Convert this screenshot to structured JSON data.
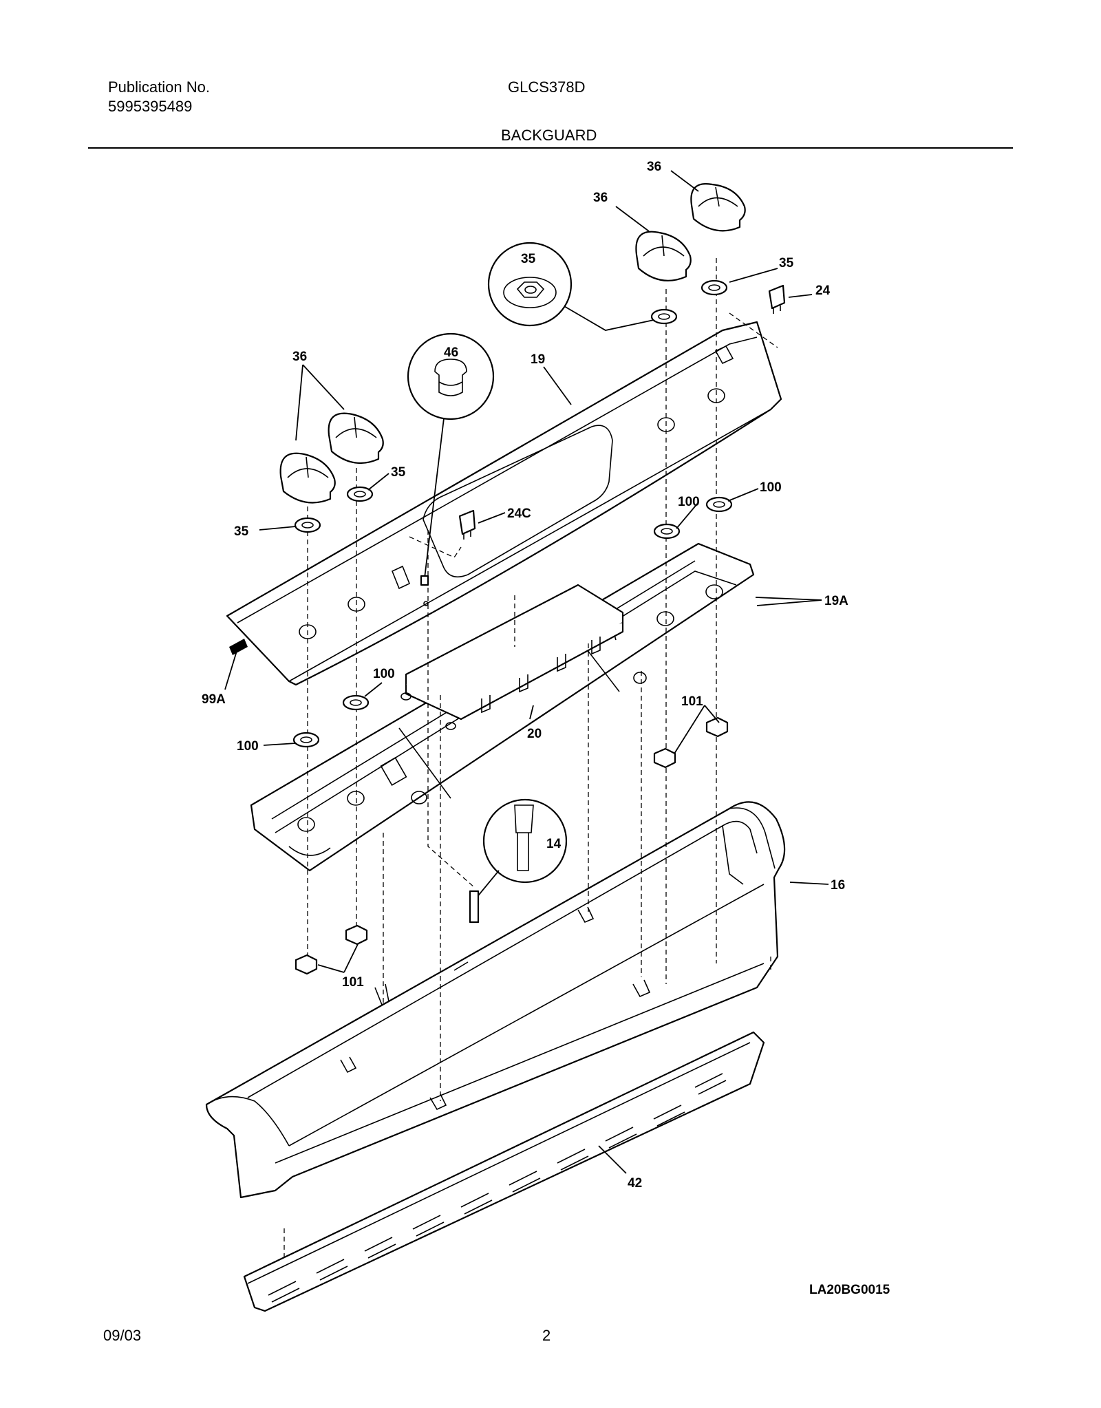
{
  "header": {
    "publication_label": "Publication No.",
    "publication_number": "5995395489",
    "model": "GLCS378D",
    "section": "BACKGUARD"
  },
  "callouts": {
    "c36_top_right": "36",
    "c36_top_mid": "36",
    "c35_zoom": "35",
    "c35_right": "35",
    "c24": "24",
    "c46": "46",
    "c19": "19",
    "c36_left": "36",
    "c35_left_upper": "35",
    "c35_left": "35",
    "c24c": "24C",
    "c100_top_right": "100",
    "c100_mid_right": "100",
    "c19a": "19A",
    "c99a": "99A",
    "c100_left_upper": "100",
    "c100_left": "100",
    "c20": "20",
    "c101_right": "101",
    "c14": "14",
    "c16": "16",
    "c101_left": "101",
    "c42": "42"
  },
  "footer": {
    "date": "09/03",
    "page": "2",
    "drawing_code": "LA20BG0015"
  }
}
